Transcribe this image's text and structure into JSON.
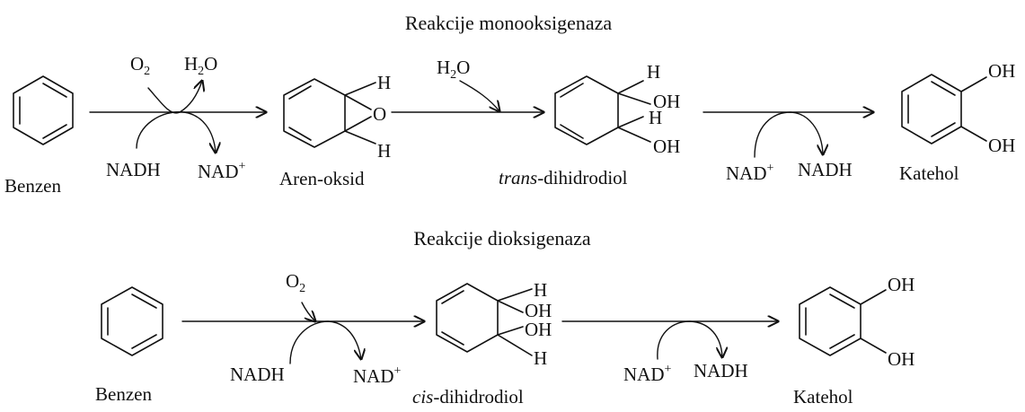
{
  "mono": {
    "title": "Reakcije monooksigenaza",
    "step1": {
      "in_top": "O",
      "in_top_sub": "2",
      "out_top": "H",
      "out_top_sub": "2",
      "out_top_end": "O",
      "in_bottom": "NADH",
      "out_bottom": "NAD",
      "out_bottom_sup": "+"
    },
    "step2": {
      "in_top": "H",
      "in_top_sub": "2",
      "in_top_end": "O"
    },
    "step3": {
      "in_bottom": "NAD",
      "in_bottom_sup": "+",
      "out_bottom": "NADH"
    },
    "compounds": {
      "benzene": "Benzen",
      "arene_oxide": "Aren-oksid",
      "trans_prefix": "trans",
      "trans_suffix": "-dihidrodiol",
      "catechol": "Katehol"
    },
    "atoms": {
      "h": "H",
      "o": "O",
      "oh": "OH"
    }
  },
  "dioxy": {
    "title": "Reakcije dioksigenaza",
    "step1": {
      "in_top": "O",
      "in_top_sub": "2",
      "in_bottom": "NADH",
      "out_bottom": "NAD",
      "out_bottom_sup": "+"
    },
    "step2": {
      "in_bottom": "NAD",
      "in_bottom_sup": "+",
      "out_bottom": "NADH"
    },
    "compounds": {
      "benzene": "Benzen",
      "cis_prefix": "cis",
      "cis_suffix": "-dihidrodiol",
      "catechol": "Katehol"
    },
    "atoms": {
      "h": "H",
      "oh": "OH"
    }
  }
}
